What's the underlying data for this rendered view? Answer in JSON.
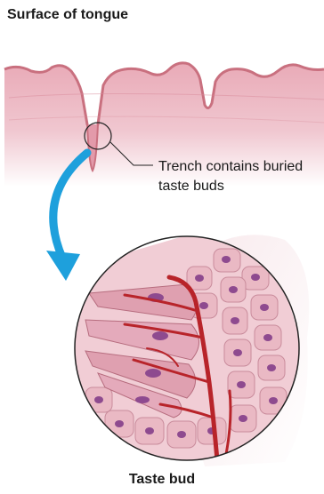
{
  "labels": {
    "surface": "Surface of tongue",
    "trench": "Trench contains buried taste buds",
    "taste_bud": "Taste bud"
  },
  "colors": {
    "tissue": "#e4a6b3",
    "tissue_light": "#f3d9df",
    "surface_ridge": "#c9707f",
    "arrow": "#1ea0dc",
    "cell": "#eab9c4",
    "nucleus": "#8e4a8f",
    "blood_vessel": "#b8242a"
  }
}
